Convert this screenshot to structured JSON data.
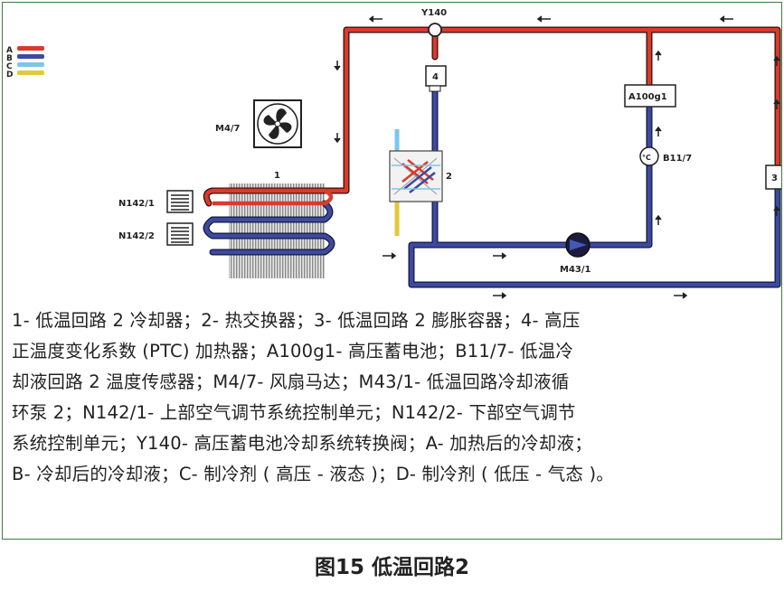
{
  "diagram": {
    "legend": [
      {
        "key": "A",
        "color": "#d93b2b"
      },
      {
        "key": "B",
        "color": "#3d4aa0"
      },
      {
        "key": "C",
        "color": "#7cc6e8"
      },
      {
        "key": "D",
        "color": "#e3c83a"
      }
    ],
    "labels": {
      "y140": "Y140",
      "m4_7": "M4/7",
      "n142_1": "N142/1",
      "n142_2": "N142/2",
      "num1": "1",
      "num2": "2",
      "num3": "3",
      "num4": "4",
      "a100g1": "A100g1",
      "b11_7": "B11/7",
      "deg_c": "°C",
      "m43_1": "M43/1"
    }
  },
  "caption": "1- 低温回路 2 冷却器；2- 热交换器；3- 低温回路 2 膨胀容器；4- 高压\n正温度变化系数 (PTC) 加热器；A100g1- 高压蓄电池；B11/7- 低温冷\n却液回路 2 温度传感器；M4/7- 风扇马达；M43/1- 低温回路冷却液循\n环泵 2；N142/1- 上部空气调节系统控制单元；N142/2- 下部空气调节\n系统控制单元；Y140- 高压蓄电池冷却系统转换阀；A- 加热后的冷却液；\nB- 冷却后的冷却液；C- 制冷剂 ( 高压 - 液态 )；D- 制冷剂 ( 低压 - 气态 )。",
  "figure_title": "图15 低温回路2"
}
